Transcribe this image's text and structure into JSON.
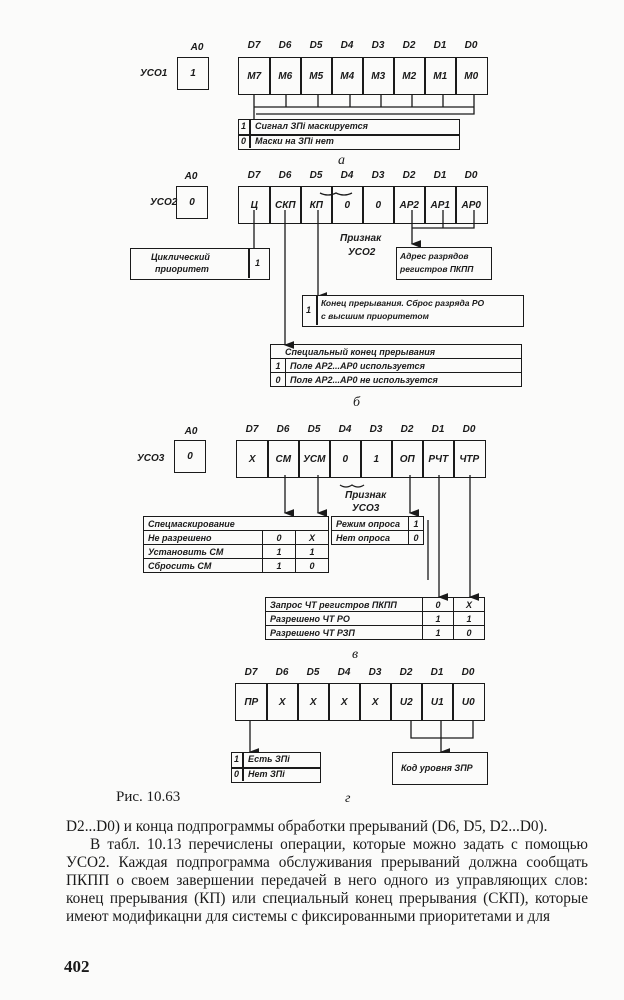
{
  "figure": {
    "caption": "Рис. 10.63",
    "a": {
      "sublabel": "а",
      "register": "УСО1",
      "a0_header": "A0",
      "a0_value": "1",
      "bit_headers": [
        "D7",
        "D6",
        "D5",
        "D4",
        "D3",
        "D2",
        "D1",
        "D0"
      ],
      "bits": [
        "M7",
        "M6",
        "M5",
        "M4",
        "M3",
        "M2",
        "M1",
        "M0"
      ],
      "legend": [
        {
          "value": "1",
          "text": "Сигнал ЗПi маскируется"
        },
        {
          "value": "0",
          "text": "Маски на ЗПi нет"
        }
      ]
    },
    "b": {
      "sublabel": "б",
      "register": "УСО2",
      "a0_header": "A0",
      "a0_value": "0",
      "bit_headers": [
        "D7",
        "D6",
        "D5",
        "D4",
        "D3",
        "D2",
        "D1",
        "D0"
      ],
      "bits": [
        "Ц",
        "СКП",
        "КП",
        "0",
        "0",
        "AP2",
        "AP1",
        "AP0"
      ],
      "brace_label_line1": "Признак",
      "brace_label_line2": "УСО2",
      "cyclic_priority": {
        "text_line1": "Циклический",
        "text_line2": "приоритет",
        "value": "1"
      },
      "address_box": {
        "line1": "Адрес разрядов",
        "line2": "регистров ПКПП"
      },
      "end_interrupt": {
        "value": "1",
        "line1": "Конец прерывания. Сброс разряда PO",
        "line2": "с высшим приоритетом"
      },
      "special_end": {
        "title": "Специальный конец прерывания",
        "rows": [
          {
            "value": "1",
            "text": "Поле AP2...AP0 используется"
          },
          {
            "value": "0",
            "text": "Поле AP2...AP0 не используется"
          }
        ]
      }
    },
    "c": {
      "sublabel": "в",
      "register": "УСО3",
      "a0_header": "A0",
      "a0_value": "0",
      "bit_headers": [
        "D7",
        "D6",
        "D5",
        "D4",
        "D3",
        "D2",
        "D1",
        "D0"
      ],
      "bits": [
        "X",
        "СМ",
        "УСМ",
        "0",
        "1",
        "ОП",
        "РЧТ",
        "ЧТР"
      ],
      "brace_label_line1": "Признак",
      "brace_label_line2": "УСО3",
      "special_mask": {
        "title": "Спецмаскирование",
        "rows": [
          {
            "text": "Не разрешено",
            "v1": "0",
            "v2": "X"
          },
          {
            "text": "Установить СМ",
            "v1": "1",
            "v2": "1"
          },
          {
            "text": "Сбросить СМ",
            "v1": "1",
            "v2": "0"
          }
        ]
      },
      "poll_mode": {
        "rows": [
          {
            "text": "Режим опроса",
            "value": "1"
          },
          {
            "text": "Нет опроса",
            "value": "0"
          }
        ]
      },
      "read_table": {
        "rows": [
          {
            "text": "Запрос ЧТ регистров ПКПП",
            "v1": "0",
            "v2": "X"
          },
          {
            "text": "Разрешено ЧТ PO",
            "v1": "1",
            "v2": "1"
          },
          {
            "text": "Разрешено ЧТ РЗП",
            "v1": "1",
            "v2": "0"
          }
        ]
      }
    },
    "d": {
      "sublabel": "г",
      "bit_headers": [
        "D7",
        "D6",
        "D5",
        "D4",
        "D3",
        "D2",
        "D1",
        "D0"
      ],
      "bits": [
        "ПР",
        "X",
        "X",
        "X",
        "X",
        "U2",
        "U1",
        "U0"
      ],
      "legend": [
        {
          "value": "1",
          "text": "Есть ЗПi"
        },
        {
          "value": "0",
          "text": "Нет ЗПi"
        }
      ],
      "level_code": "Код уровня ЗПР"
    }
  },
  "body_text": {
    "para1": "D2...D0) и конца подпрограммы обработки прерываний (D6, D5, D2...D0).",
    "para2": "В табл. 10.13 перечислены операции, которые можно задать с помощью УСО2. Каждая подпрограмма обслуживания прерываний должна сообщать ПКПП о своем завершении передачей в него одного из управляющих слов: конец прерывания (КП) или специальный конец прерывания (СКП), которые имеют модификацни для системы с фиксированными приоритетами и для"
  },
  "page_number": "402"
}
